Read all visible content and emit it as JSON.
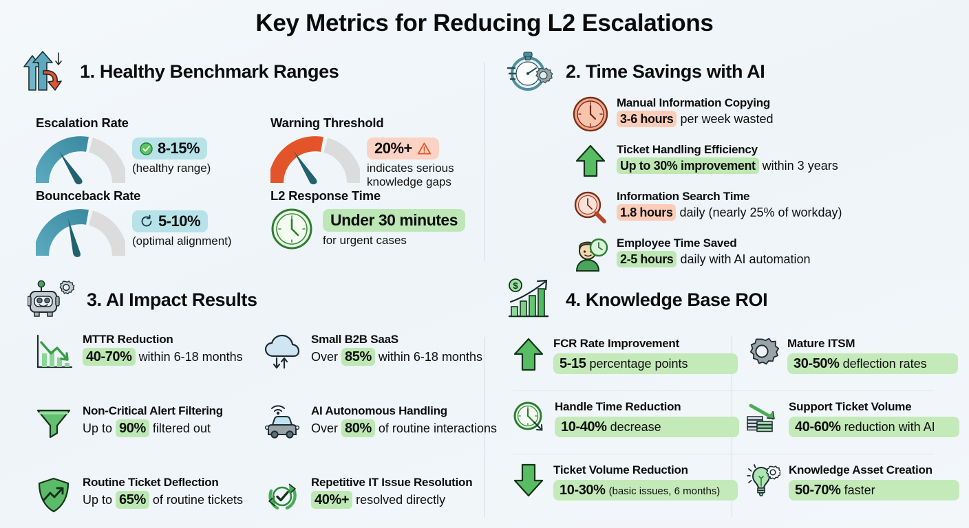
{
  "title": "Key Metrics for Reducing L2 Escalations",
  "colors": {
    "background": "#f1f6f9",
    "teal": "#4e9cb0",
    "orange": "#e4542a",
    "green": "#4caf50",
    "pill_teal": "#b6e2e8",
    "pill_peach": "#fbd3c4",
    "pill_green": "#bde7b6",
    "divider": "#d4dde3"
  },
  "sections": {
    "s1": {
      "number": "1.",
      "heading": "1. Healthy Benchmark Ranges",
      "icon": "up-down-arrows-icon",
      "metrics": [
        {
          "label": "Escalation Rate",
          "icon": "gauge-teal-icon",
          "badge_icon": "check-circle-icon",
          "value": "8-15%",
          "note": "(healthy range)",
          "tone": "teal"
        },
        {
          "label": "Warning Threshold",
          "icon": "gauge-orange-icon",
          "badge_icon": "warning-triangle-icon",
          "value": "20%+",
          "note": "indicates serious\nknowledge gaps",
          "tone": "peach"
        },
        {
          "label": "Bounceback Rate",
          "icon": "gauge-teal-icon",
          "badge_icon": "refresh-icon",
          "value": "5-10%",
          "note": "(optimal alignment)",
          "tone": "teal"
        },
        {
          "label": "L2 Response Time",
          "icon": "clock-green-icon",
          "badge_icon": "none",
          "value": "Under 30 minutes",
          "note": "for urgent cases",
          "tone": "green"
        }
      ]
    },
    "s2": {
      "heading": "2. Time Savings with AI",
      "icon": "stopwatch-gear-icon",
      "items": [
        {
          "icon": "clock-orange-icon",
          "title": "Manual Information Copying",
          "value": "3-6 hours",
          "rest": "per week wasted",
          "tone": "peach"
        },
        {
          "icon": "green-up-arrow-icon",
          "title": "Ticket Handling Efficiency",
          "value": "Up to 30% improvement",
          "rest": "within 3 years",
          "tone": "green"
        },
        {
          "icon": "magnifier-clock-icon",
          "title": "Information Search Time",
          "value": "1.8 hours",
          "rest": "daily (nearly 25% of workday)",
          "tone": "peach"
        },
        {
          "icon": "employee-clock-icon",
          "title": "Employee Time Saved",
          "value": "2-5 hours",
          "rest": "daily with AI automation",
          "tone": "green"
        }
      ]
    },
    "s3": {
      "heading": "3. AI Impact Results",
      "icon": "robot-gear-icon",
      "left": [
        {
          "icon": "declining-bar-chart-icon",
          "title": "MTTR Reduction",
          "pre": "",
          "value": "40-70%",
          "rest": "within 6-18 months"
        },
        {
          "icon": "funnel-icon",
          "title": "Non-Critical Alert Filtering",
          "pre": "Up to",
          "value": "90%",
          "rest": "filtered out"
        },
        {
          "icon": "shield-trend-icon",
          "title": "Routine Ticket Deflection",
          "pre": "Up to",
          "value": "65%",
          "rest": "of routine tickets"
        }
      ],
      "right": [
        {
          "icon": "cloud-sync-icon",
          "title": "Small B2B SaaS",
          "pre": "Over",
          "value": "85%",
          "rest": "within 6-18 months"
        },
        {
          "icon": "autonomous-car-icon",
          "title": "AI Autonomous Handling",
          "pre": "Over",
          "value": "80%",
          "rest": "of routine interactions"
        },
        {
          "icon": "refresh-check-icon",
          "title": "Repetitive IT Issue Resolution",
          "pre": "",
          "value": "40%+",
          "rest": "resolved directly"
        }
      ]
    },
    "s4": {
      "heading": "4. Knowledge Base ROI",
      "icon": "growth-chart-dollar-icon",
      "left": [
        {
          "icon": "green-up-arrow-icon",
          "title": "FCR Rate Improvement",
          "value": "5-15",
          "rest": "percentage points",
          "rest_small": false
        },
        {
          "icon": "clock-arrow-down-icon",
          "title": "Handle Time Reduction",
          "value": "10-40%",
          "rest": "decrease",
          "rest_small": false
        },
        {
          "icon": "green-down-arrow-icon",
          "title": "Ticket Volume Reduction",
          "value": "10-30%",
          "rest": "(basic issues, 6 months)",
          "rest_small": true
        }
      ],
      "right": [
        {
          "icon": "gear-icon",
          "title": "Mature ITSM",
          "value": "30-50%",
          "rest": "deflection rates",
          "rest_small": false
        },
        {
          "icon": "money-stack-arrow-icon",
          "title": "Support Ticket Volume",
          "value": "40-60%",
          "rest": "reduction with AI",
          "rest_small": false
        },
        {
          "icon": "lightbulb-gear-icon",
          "title": "Knowledge Asset Creation",
          "value": "50-70%",
          "rest": "faster",
          "rest_small": false
        }
      ]
    }
  }
}
